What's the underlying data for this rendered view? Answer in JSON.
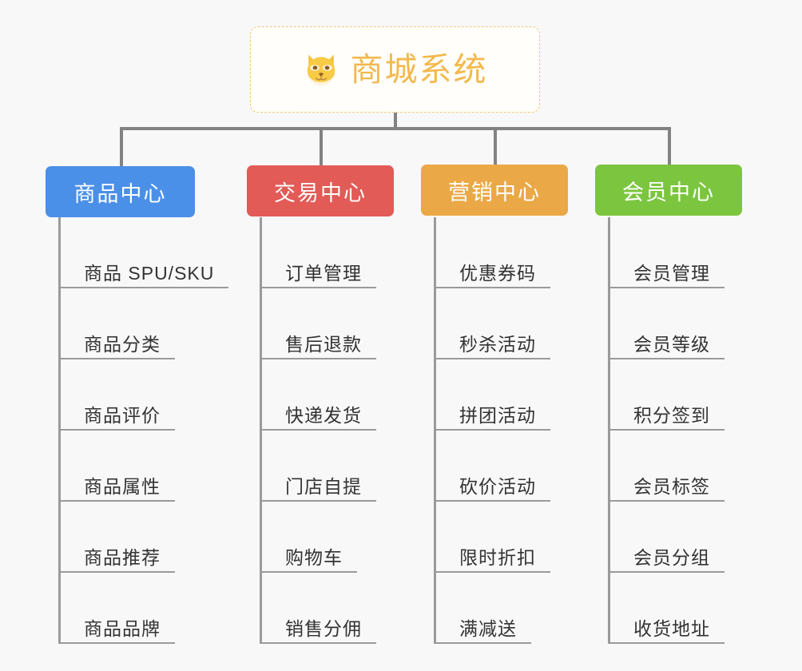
{
  "diagram": {
    "root": {
      "icon": "shiba-dog-icon",
      "label": "商城系统",
      "accent_color": "#f3b94d",
      "border_color": "#f0c878"
    },
    "connector_color": "#828282",
    "leaf_line_color": "#9a9a9a",
    "background_color": "#f8f8f8",
    "branches": [
      {
        "label": "商品中心",
        "color": "#4a90e8",
        "items": [
          "商品 SPU/SKU",
          "商品分类",
          "商品评价",
          "商品属性",
          "商品推荐",
          "商品品牌"
        ]
      },
      {
        "label": "交易中心",
        "color": "#e25b57",
        "items": [
          "订单管理",
          "售后退款",
          "快递发货",
          "门店自提",
          "购物车",
          "销售分佣"
        ]
      },
      {
        "label": "营销中心",
        "color": "#eaa946",
        "items": [
          "优惠券码",
          "秒杀活动",
          "拼团活动",
          "砍价活动",
          "限时折扣",
          "满减送"
        ]
      },
      {
        "label": "会员中心",
        "color": "#7cc63f",
        "items": [
          "会员管理",
          "会员等级",
          "积分签到",
          "会员标签",
          "会员分组",
          "收货地址"
        ]
      }
    ]
  }
}
